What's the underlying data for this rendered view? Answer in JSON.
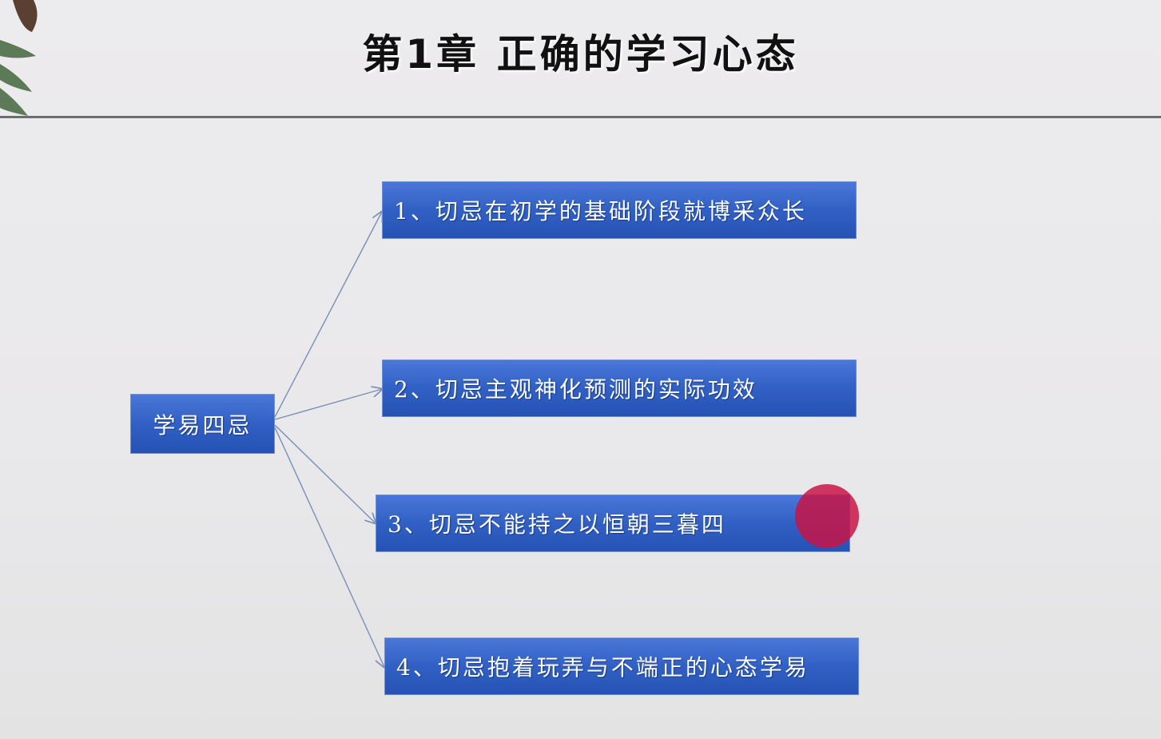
{
  "slide": {
    "title": "第1章 正确的学习心态",
    "root_label": "学易四忌",
    "items": [
      {
        "label": "1、切忌在初学的基础阶段就博采众长"
      },
      {
        "label": "2、切忌主观神化预测的实际功效"
      },
      {
        "label": "3、切忌不能持之以恒朝三暮四"
      },
      {
        "label": "4、切忌抱着玩弄与不端正的心态学易"
      }
    ]
  },
  "colors": {
    "box": "#3160c4",
    "pointer": "#c81446",
    "rule": "#6d6d6e"
  }
}
